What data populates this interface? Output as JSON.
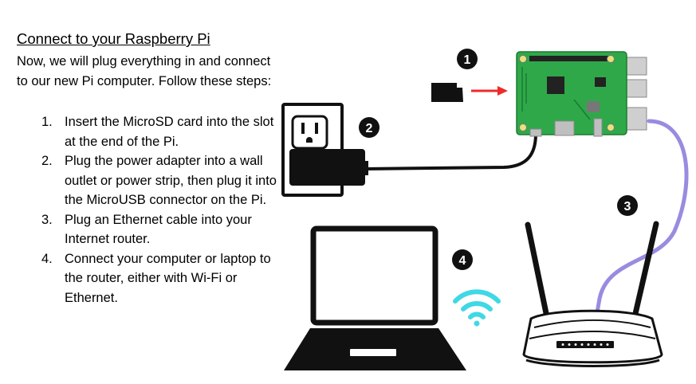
{
  "title": "Connect to your Raspberry Pi",
  "intro": "Now, we will plug everything in and connect to our new Pi computer. Follow these steps:",
  "steps": [
    "Insert the MicroSD card into the slot at the end of the Pi.",
    "Plug the power adapter into a wall outlet or power strip, then plug it into the MicroUSB connector on the Pi.",
    "Plug an Ethernet cable into your Internet router.",
    "Connect your computer or laptop to the router, either with Wi-Fi or Ethernet."
  ],
  "step_numbers": [
    "1.",
    "2.",
    "3.",
    "4."
  ],
  "badges": [
    "1",
    "2",
    "3",
    "4"
  ],
  "colors": {
    "pi_board": "#2fa84a",
    "ethernet_cable": "#9a8be0",
    "wifi": "#3fd8e6",
    "sd_arrow": "#ee2a2a",
    "badge": "#111111"
  },
  "icons": [
    "microsd-card-icon",
    "raspberry-pi-board-icon",
    "wall-outlet-icon",
    "power-adapter-icon",
    "laptop-icon",
    "wifi-icon",
    "router-icon"
  ]
}
